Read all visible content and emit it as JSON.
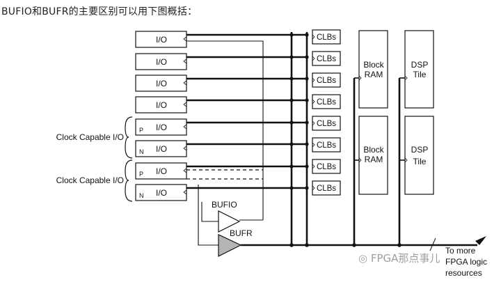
{
  "caption": "BUFIO和BUFR的主要区别可以用下图概括：",
  "io_blocks": [
    {
      "label": "I/O",
      "pin": ""
    },
    {
      "label": "I/O",
      "pin": ""
    },
    {
      "label": "I/O",
      "pin": ""
    },
    {
      "label": "I/O",
      "pin": ""
    },
    {
      "label": "I/O",
      "pin": "P"
    },
    {
      "label": "I/O",
      "pin": "N"
    },
    {
      "label": "I/O",
      "pin": "P"
    },
    {
      "label": "I/O",
      "pin": "N"
    }
  ],
  "clock_capable_labels": [
    "Clock Capable I/O",
    "Clock Capable I/O"
  ],
  "clb_blocks": [
    "CLBs",
    "CLBs",
    "CLBs",
    "CLBs",
    "CLBs",
    "CLBs",
    "CLBs",
    "CLBs"
  ],
  "block_ram": [
    [
      "Block",
      "RAM"
    ],
    [
      "Block",
      "RAM"
    ]
  ],
  "dsp_tile": [
    [
      "DSP",
      "Tile"
    ],
    [
      "DSP",
      "Tile"
    ]
  ],
  "buffers": {
    "bufio": "BUFIO",
    "bufr": "BUFR"
  },
  "arrow_label": [
    "To more",
    "FPGA logic",
    "resources"
  ],
  "watermark": "FPGA那点事儿",
  "colors": {
    "line": "#111111",
    "bufr_fill": "#b5b5b5",
    "bufio_fill": "#ffffff"
  }
}
